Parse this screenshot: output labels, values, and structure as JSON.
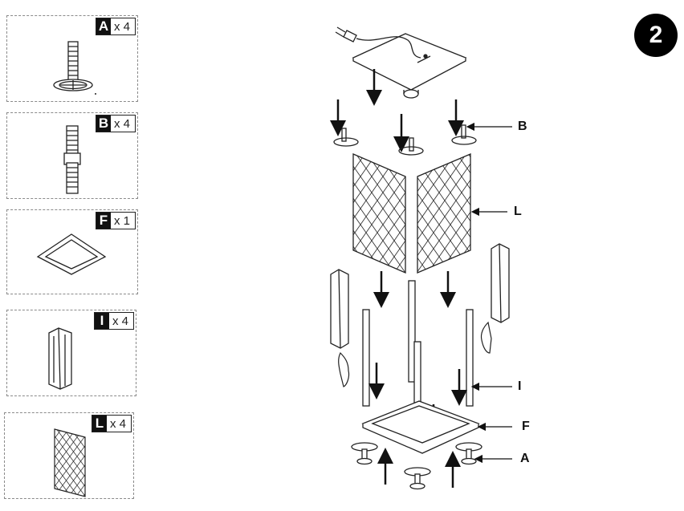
{
  "step": {
    "number": "2"
  },
  "parts": [
    {
      "letter": "A",
      "qty": "x 4",
      "icon": "foot-screw-icon"
    },
    {
      "letter": "B",
      "qty": "x 4",
      "icon": "connector-rod-icon"
    },
    {
      "letter": "F",
      "qty": "x 1",
      "icon": "square-frame-icon"
    },
    {
      "letter": "I",
      "qty": "x 4",
      "icon": "corner-post-icon"
    },
    {
      "letter": "L",
      "qty": "x 4",
      "icon": "mesh-panel-icon"
    }
  ],
  "callouts": {
    "B": "B",
    "L": "L",
    "I": "I",
    "F": "F",
    "A": "A"
  }
}
